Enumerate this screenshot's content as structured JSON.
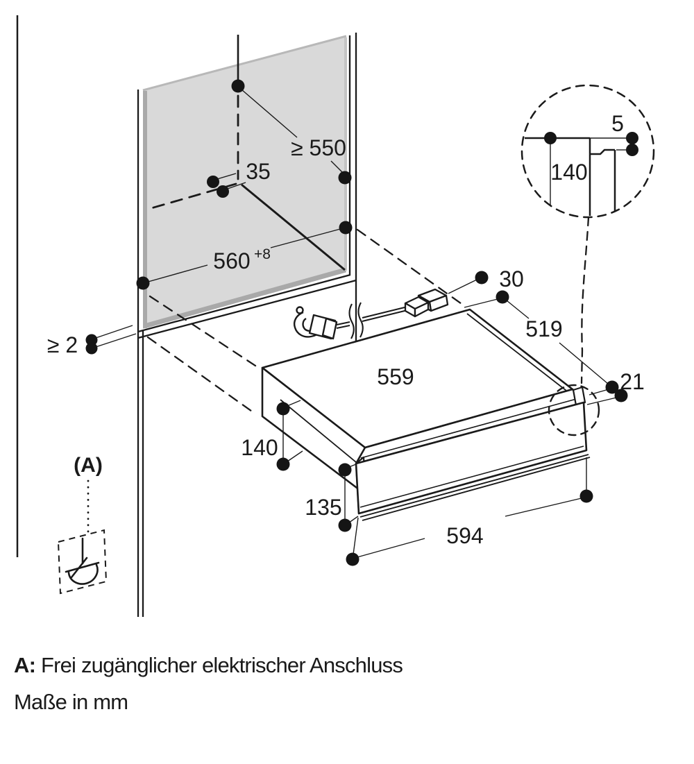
{
  "colors": {
    "ink": "#1a1a1a",
    "niche_gray": "#d9d9d9",
    "niche_edge_gray": "#a9a9a9"
  },
  "dimensions": {
    "niche_depth_min": "≥ 550",
    "connection_offset": "35",
    "niche_width": "560",
    "niche_width_tolerance": "+8",
    "side_clearance_min": "≥ 2",
    "rear_clearance": "30",
    "appliance_depth": "519",
    "appliance_width": "559",
    "front_protrusion": "21",
    "appliance_height": "140",
    "front_panel_height": "135",
    "front_panel_width": "594",
    "detail_gap": "5",
    "detail_front_height": "140"
  },
  "callout": {
    "label": "(A)"
  },
  "footer": {
    "marker": "A:",
    "marker_text": "Frei zugänglicher elektrischer Anschluss",
    "units_note": "Maße in mm"
  }
}
